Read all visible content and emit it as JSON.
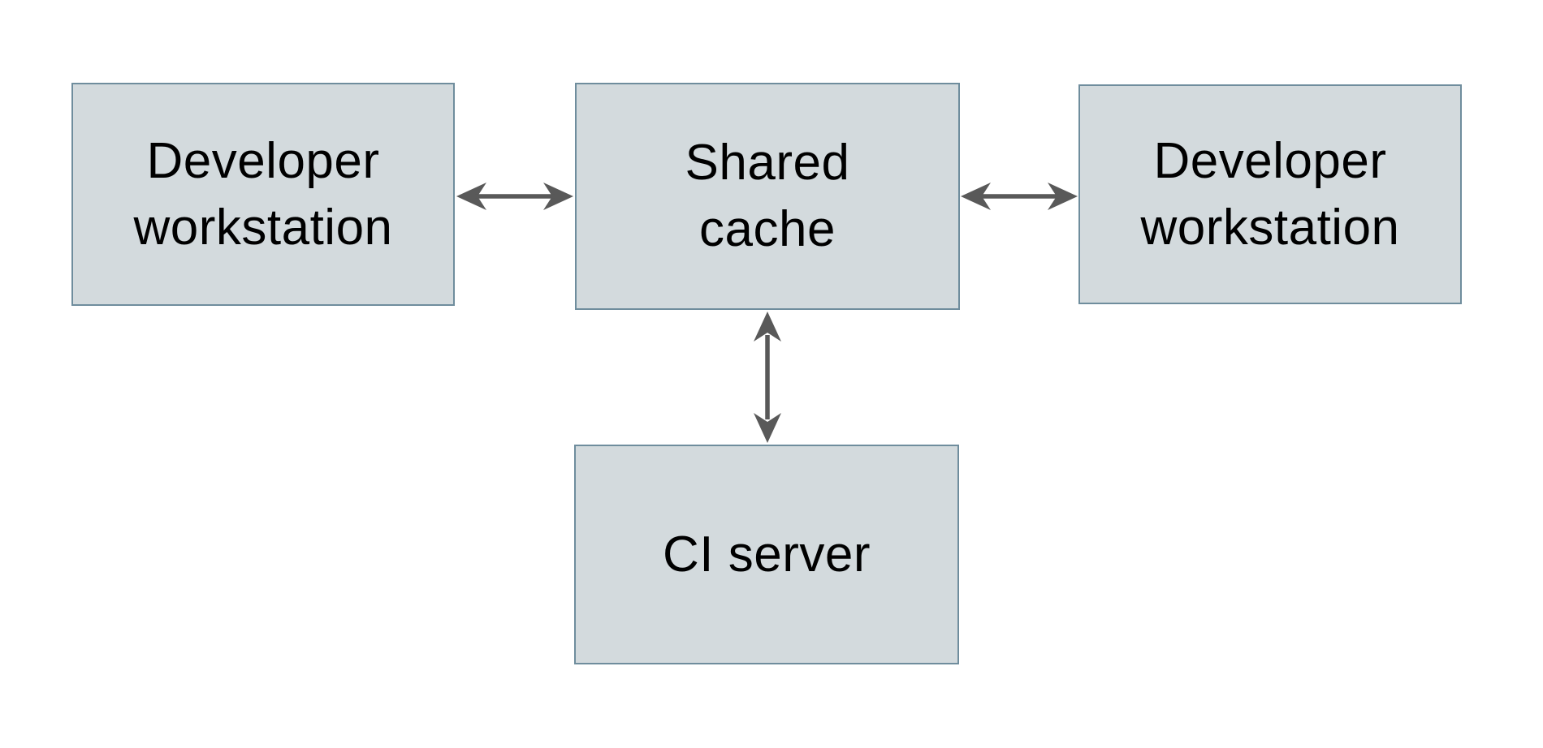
{
  "diagram": {
    "type": "architecture-diagram",
    "colors": {
      "background": "#ffffff",
      "node_fill": "#d3dadd",
      "node_border": "#6f8d9d",
      "arrow_color": "#595959",
      "text_color": "#000000"
    },
    "nodes": [
      {
        "id": "dev-workstation-left",
        "label": "Developer\nworkstation"
      },
      {
        "id": "shared-cache",
        "label": "Shared\ncache"
      },
      {
        "id": "dev-workstation-right",
        "label": "Developer\nworkstation"
      },
      {
        "id": "ci-server",
        "label": "CI server"
      }
    ],
    "edges": [
      {
        "from": "dev-workstation-left",
        "to": "shared-cache",
        "style": "double-headed-arrow",
        "orientation": "horizontal"
      },
      {
        "from": "shared-cache",
        "to": "dev-workstation-right",
        "style": "double-headed-arrow",
        "orientation": "horizontal"
      },
      {
        "from": "shared-cache",
        "to": "ci-server",
        "style": "double-headed-arrow",
        "orientation": "vertical"
      }
    ]
  }
}
